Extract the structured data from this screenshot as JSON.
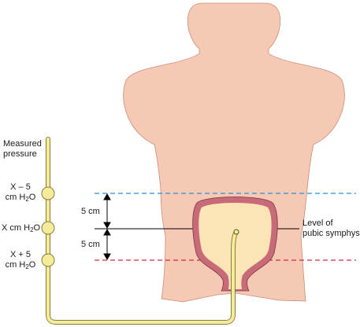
{
  "labels": {
    "measured_pressure_line1": "Measured",
    "measured_pressure_line2": "pressure",
    "upper_line1": "X – 5",
    "upper_line2_prefix": "cm H",
    "upper_line2_sub": "2",
    "upper_line2_suffix": "O",
    "middle_prefix": "X cm H",
    "middle_sub": "2",
    "middle_suffix": "O",
    "lower_line1": "X + 5",
    "lower_line2_prefix": "cm H",
    "lower_line2_sub": "2",
    "lower_line2_suffix": "O",
    "gap_upper": "5 cm",
    "gap_lower": "5 cm",
    "symphysis_line1": "Level of",
    "symphysis_line2": "pubic symphysis"
  },
  "colors": {
    "skin": "#f6c9b4",
    "skin_outline": "#c88e78",
    "tube": "#f4ec9a",
    "tube_outline": "#8a7c3a",
    "bladder_wall": "#c86a78",
    "bladder_fill": "#fbe4b6",
    "upper_dashed_line": "#2a8fd6",
    "lower_dashed_line": "#d6283a",
    "reference_line": "#000000"
  },
  "icons": {
    "body": "torso-silhouette",
    "organ": "bladder",
    "ports": "pressure-measurement-ports"
  }
}
